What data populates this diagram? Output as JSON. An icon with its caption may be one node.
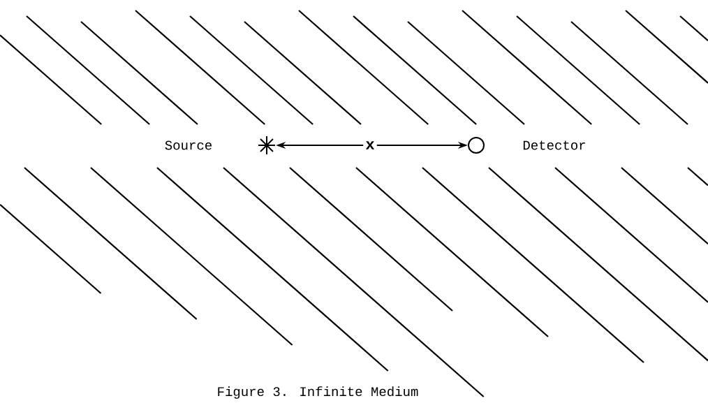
{
  "diagram": {
    "caption": "Figure 3. Infinite Medium",
    "nodes": [
      {
        "text": [],
        "shape": "star",
        "beside": [
          "Source"
        ]
      },
      {
        "text": [
          "x"
        ]
      },
      {
        "text": [],
        "shape": "circle",
        "beside": [
          "Detector"
        ]
      }
    ],
    "edges": [
      {
        "from": 1,
        "to": 0,
        "arrow": "to"
      },
      {
        "from": 1,
        "to": 2,
        "arrow": "to"
      }
    ]
  }
}
